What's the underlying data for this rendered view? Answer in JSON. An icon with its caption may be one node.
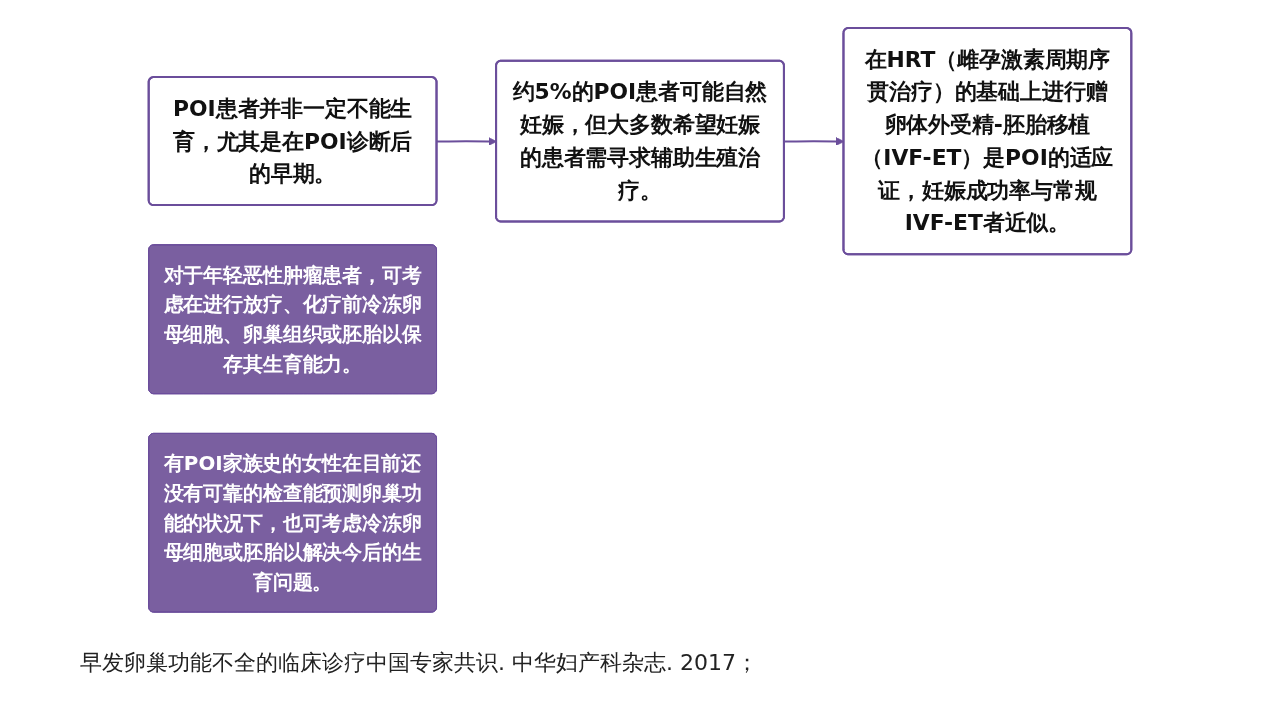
{
  "diagram": {
    "caption": "早发卵巢功能不全的临床诊疗中国专家共识. 中华妇产科杂志. 2017；",
    "nodes": [
      {
        "text": [
          "POI患者并非一定不能生育，尤其是在POI诊断后的早期。"
        ]
      },
      {
        "text": [
          "约5%的POI患者可能自然妊娠，但大多数希望妊娠的患者需寻求辅助生殖治疗。"
        ]
      },
      {
        "text": [
          "在HRT（雌孕激素周期序贯治疗）的基础上进行赠卵体外受精-胚胎移植（IVF-ET）是POI的适应证，妊娠成功率与常规IVF-ET者近似。"
        ]
      },
      {
        "text": [
          "对于年轻恶性肿瘤患者，可考虑在进行放疗、化疗前冷冻卵母细胞、卵巢组织或胚胎以保存其生育能力。"
        ]
      },
      {
        "text": [
          "有POI家族史的女性在目前还没有可靠的检查能预测卵巢功能的状况下，也可考虑冷冻卵母细胞或胚胎以解决今后的生育问题。"
        ]
      }
    ],
    "edges": [
      {
        "from": 0,
        "to": 1,
        "arrow": "to"
      },
      {
        "from": 1,
        "to": 2,
        "arrow": "to"
      }
    ]
  }
}
